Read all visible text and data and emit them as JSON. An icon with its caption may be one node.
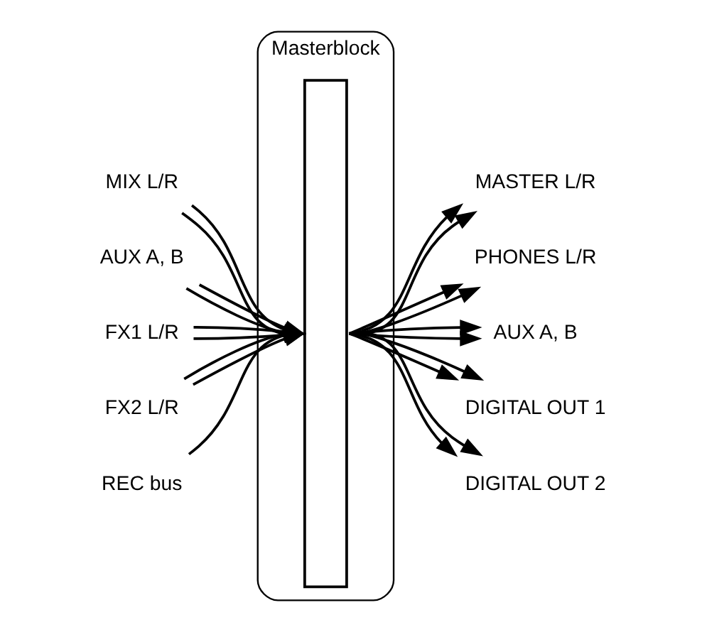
{
  "diagram": {
    "nodes": [
      {
        "text": [
          "Masterblock"
        ]
      },
      {
        "text": [],
        "shape": "box",
        "in": 0
      },
      {
        "text": [
          "MIX L/R"
        ]
      },
      {
        "text": [
          "AUX A, B"
        ]
      },
      {
        "text": [
          "FX1 L/R"
        ]
      },
      {
        "text": [
          "FX2 L/R"
        ]
      },
      {
        "text": [
          "REC bus"
        ]
      },
      {
        "text": [
          "MASTER L/R"
        ]
      },
      {
        "text": [
          "PHONES L/R"
        ]
      },
      {
        "text": [
          "AUX A, B"
        ]
      },
      {
        "text": [
          "DIGITAL OUT 1"
        ]
      },
      {
        "text": [
          "DIGITAL OUT 2"
        ]
      }
    ],
    "edges": [
      {
        "from": 2,
        "to": 1,
        "arrow": "to"
      },
      {
        "from": 2,
        "to": 1,
        "arrow": "to"
      },
      {
        "from": 3,
        "to": 1,
        "arrow": "to"
      },
      {
        "from": 3,
        "to": 1,
        "arrow": "to"
      },
      {
        "from": 4,
        "to": 1,
        "arrow": "to"
      },
      {
        "from": 4,
        "to": 1,
        "arrow": "to"
      },
      {
        "from": 5,
        "to": 1,
        "arrow": "to"
      },
      {
        "from": 5,
        "to": 1,
        "arrow": "to"
      },
      {
        "from": 6,
        "to": 1,
        "arrow": "to"
      },
      {
        "from": 1,
        "to": 7,
        "arrow": "to"
      },
      {
        "from": 1,
        "to": 7,
        "arrow": "to"
      },
      {
        "from": 1,
        "to": 8,
        "arrow": "to"
      },
      {
        "from": 1,
        "to": 8,
        "arrow": "to"
      },
      {
        "from": 1,
        "to": 9,
        "arrow": "to"
      },
      {
        "from": 1,
        "to": 9,
        "arrow": "to"
      },
      {
        "from": 1,
        "to": 10,
        "arrow": "to"
      },
      {
        "from": 1,
        "to": 10,
        "arrow": "to"
      },
      {
        "from": 1,
        "to": 11,
        "arrow": "to"
      },
      {
        "from": 1,
        "to": 11,
        "arrow": "to"
      }
    ]
  }
}
